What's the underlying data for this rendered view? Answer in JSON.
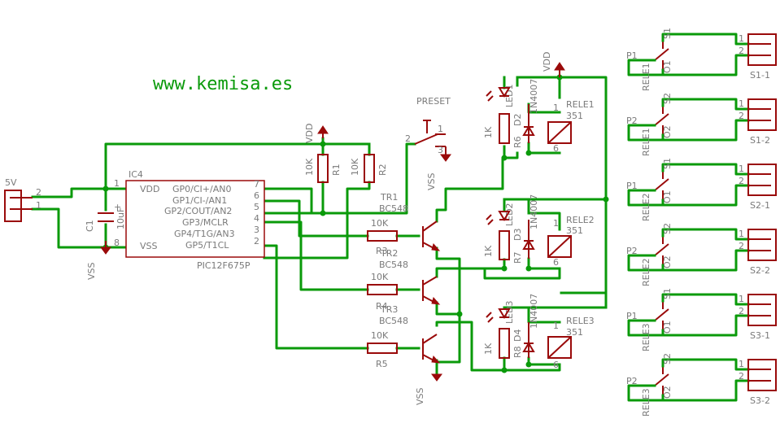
{
  "website": "www.kemisa.es",
  "colors": {
    "wire": "#0a9a0a",
    "part": "#9a0a0a",
    "label": "#7a7a7a"
  },
  "power": {
    "conn_label": "5V",
    "pin1": "1",
    "pin2": "2",
    "vdd_label": "VDD",
    "vss_label": "VSS"
  },
  "cap": {
    "name": "C1",
    "value": "10uF",
    "polarity": "+"
  },
  "ic": {
    "name": "IC4",
    "part": "PIC12F675P",
    "left_pins": [
      {
        "name": "VDD",
        "num": "1"
      },
      {
        "name": "VSS",
        "num": "8"
      }
    ],
    "right_pins": [
      {
        "name": "GP0/CI+/AN0",
        "num": "7"
      },
      {
        "name": "GP1/CI-/AN1",
        "num": "6"
      },
      {
        "name": "GP2/COUT/AN2",
        "num": "5"
      },
      {
        "name": "GP3/MCLR",
        "num": "4"
      },
      {
        "name": "GP4/T1G/AN3",
        "num": "3"
      },
      {
        "name": "GP5/T1CL",
        "num": "2"
      }
    ]
  },
  "pullups": [
    {
      "name": "R1",
      "value": "10K"
    },
    {
      "name": "R2",
      "value": "10K"
    }
  ],
  "preset": {
    "label": "PRESET",
    "p1": "1",
    "p2": "2",
    "p3": "3",
    "vss": "VSS"
  },
  "base_resistors": [
    {
      "name": "R3",
      "value": "10K"
    },
    {
      "name": "R4",
      "value": "10K"
    },
    {
      "name": "R5",
      "value": "10K"
    }
  ],
  "transistors": [
    {
      "name": "TR1",
      "part": "BC548"
    },
    {
      "name": "TR2",
      "part": "BC548"
    },
    {
      "name": "TR3",
      "part": "BC548"
    }
  ],
  "relay_vdd": "VDD",
  "relay_stages": [
    {
      "led": "LED1",
      "diode": "D2",
      "diode_part": "1N4007",
      "resistor": "R6",
      "res_value": "1K",
      "relay": "RELE1",
      "relay_part": "351",
      "pin1": "1",
      "pin6": "6"
    },
    {
      "led": "LED2",
      "diode": "D3",
      "diode_part": "1N4007",
      "resistor": "R7",
      "res_value": "1K",
      "relay": "RELE2",
      "relay_part": "351",
      "pin1": "1",
      "pin6": "6"
    },
    {
      "led": "LED3",
      "diode": "D4",
      "diode_part": "1N4007",
      "resistor": "R8",
      "res_value": "1K",
      "relay": "RELE3",
      "relay_part": "351",
      "pin1": "1",
      "pin6": "6"
    }
  ],
  "contacts": [
    {
      "pole": "P1",
      "switch": "S1",
      "relay": "RELE1",
      "contact": "O1",
      "conn": "S1-1",
      "pin1": "1",
      "pin2": "2"
    },
    {
      "pole": "P2",
      "switch": "S2",
      "relay": "RELE1",
      "contact": "O2",
      "conn": "S1-2",
      "pin1": "1",
      "pin2": "2"
    },
    {
      "pole": "P1",
      "switch": "S1",
      "relay": "RELE2",
      "contact": "O1",
      "conn": "S2-1",
      "pin1": "1",
      "pin2": "2"
    },
    {
      "pole": "P2",
      "switch": "S2",
      "relay": "RELE2",
      "contact": "O2",
      "conn": "S2-2",
      "pin1": "1",
      "pin2": "2"
    },
    {
      "pole": "P1",
      "switch": "S1",
      "relay": "RELE3",
      "contact": "O1",
      "conn": "S3-1",
      "pin1": "1",
      "pin2": "2"
    },
    {
      "pole": "P2",
      "switch": "S2",
      "relay": "RELE3",
      "contact": "O2",
      "conn": "S3-2",
      "pin1": "1",
      "pin2": "2"
    }
  ]
}
